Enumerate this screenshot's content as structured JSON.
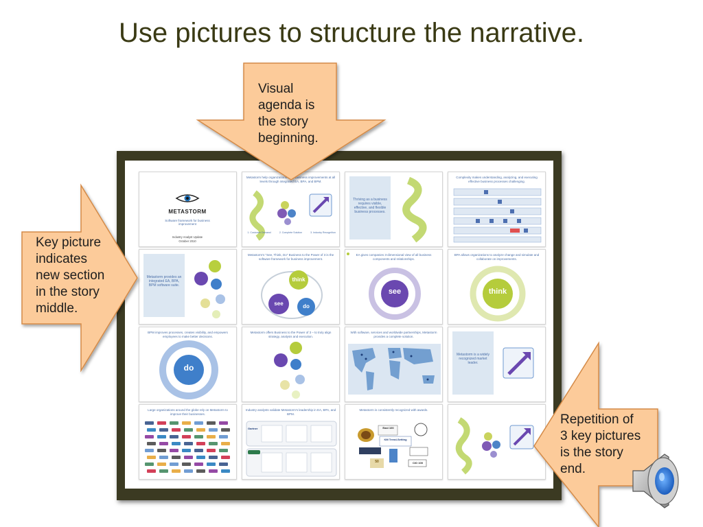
{
  "title": "Use pictures to structure the narrative.",
  "callouts": {
    "top": "Visual agenda is the story beginning.",
    "top_lines": [
      "Visual",
      "agenda is",
      "the story",
      "beginning."
    ],
    "left_lines": [
      "Key picture",
      "indicates",
      "new section",
      "in the story",
      "middle."
    ],
    "right_lines": [
      "Repetition of",
      "3 key pictures",
      "is the story",
      "end."
    ]
  },
  "colors": {
    "arrow_fill": "#fccb9a",
    "arrow_stroke": "#d48a46",
    "frame": "#3b3a22",
    "title": "#3a3a14",
    "accent_blue": "#4b6fa8"
  },
  "icons": [
    "eye-logo-icon",
    "speaker-icon"
  ],
  "slides": {
    "s1": {
      "wordmark": "METASTORM",
      "tagline": "Software framework for business improvement",
      "sub1": "Industry Analyst Update",
      "sub2": "October 2010"
    },
    "s2": {
      "caption": "Metastorm help organizations drive business improvements at all levels through integrated EA, BPA, and BPM.",
      "l1": "1. Customer Demand",
      "l2": "2. Complete Solution",
      "l3": "3. Industry Recognition"
    },
    "s3": {
      "side": "Thriving as a business requires visible, effective, and flexible business processes."
    },
    "s4": {
      "caption": "Complexity makes understanding, analyzing, and executing effective business processes challenging."
    },
    "s5": {
      "side": "Metastorm provides an integrated EA, BPA, BPM software suite."
    },
    "s6": {
      "caption": "Metastorm's \"See, Think, Do\" Business to the Power of 3 is the software framework for business improvement.",
      "think": "think",
      "see": "see",
      "do": "do"
    },
    "s7": {
      "caption": "EA gives companies 3-dimensional view of all business components and relationships.",
      "see": "see"
    },
    "s8": {
      "caption": "BPA allows organizations to analyze change and simulate and collaborate on improvements.",
      "think": "think"
    },
    "s9": {
      "caption": "BPM improves processes, creates visibility, and empowers employees to make better decisions.",
      "do": "do"
    },
    "s10": {
      "caption": "Metastorm offers Business to the Power of 3 – to truly align strategy, analysis and execution."
    },
    "s11": {
      "caption": "With software, services and worldwide partnerships, Metastorm provides a complete solution."
    },
    "s12": {
      "side": "Metastorm is a widely recognized market leader."
    },
    "s13": {
      "caption": "Large organizations around the globe rely on Metastorm to improve their businesses."
    },
    "s14": {
      "caption": "Industry analysts validate Metastorm's leadership in EA, BPA, and BPM.",
      "gartner": "Gartner"
    },
    "s15": {
      "caption": "Metastorm is consistently recognized with awards.",
      "award1": "East 100",
      "award2": "KM Trend-Setting",
      "award3": "CIO 100",
      "award4": "50"
    }
  }
}
